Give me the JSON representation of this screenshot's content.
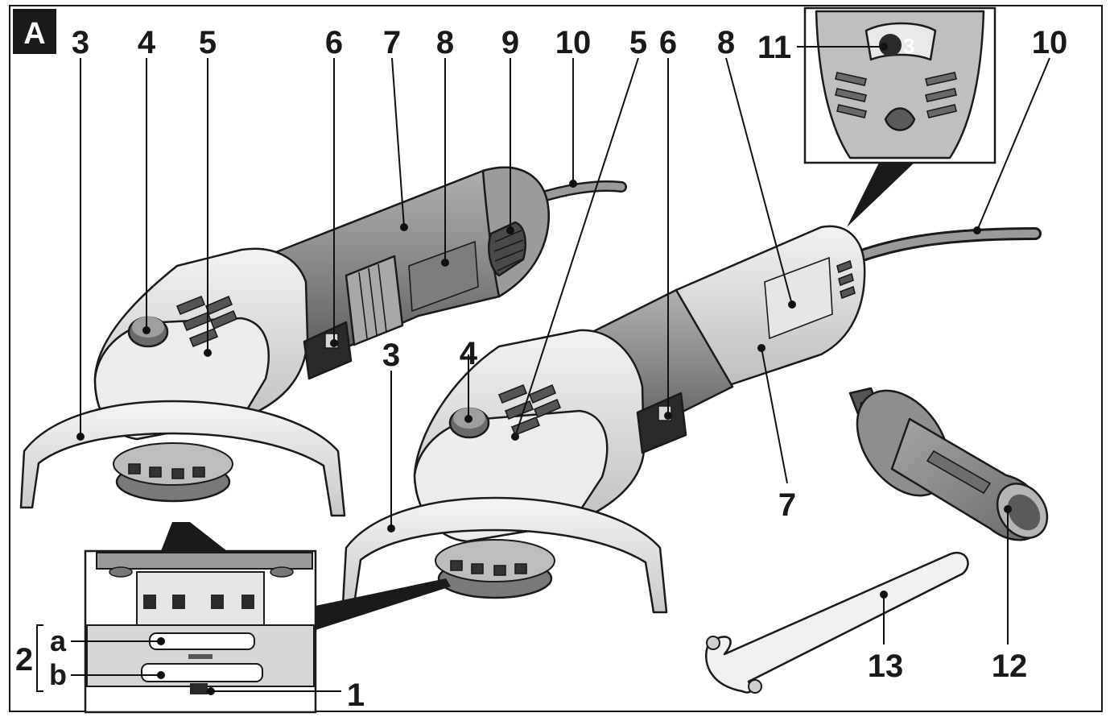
{
  "figure": {
    "panel_letter": "A",
    "callouts": {
      "c1": "1",
      "c2": "2",
      "c2a": "a",
      "c2b": "b",
      "c3_left": "3",
      "c3_right": "3",
      "c4_left": "4",
      "c4_right": "4",
      "c5_left": "5",
      "c5_right": "5",
      "c6_left": "6",
      "c6_right": "6",
      "c7_left": "7",
      "c7_right": "7",
      "c8_left": "8",
      "c8_right": "8",
      "c9": "9",
      "c10_left": "10",
      "c10_right": "10",
      "c11": "11",
      "c12": "12",
      "c13": "13"
    },
    "speed_dial_value": "3",
    "colors": {
      "body_dark": "#8a8a8a",
      "body_light": "#d9d9d9",
      "guard": "#e8e8e8",
      "ink": "#1a1a1a"
    }
  }
}
